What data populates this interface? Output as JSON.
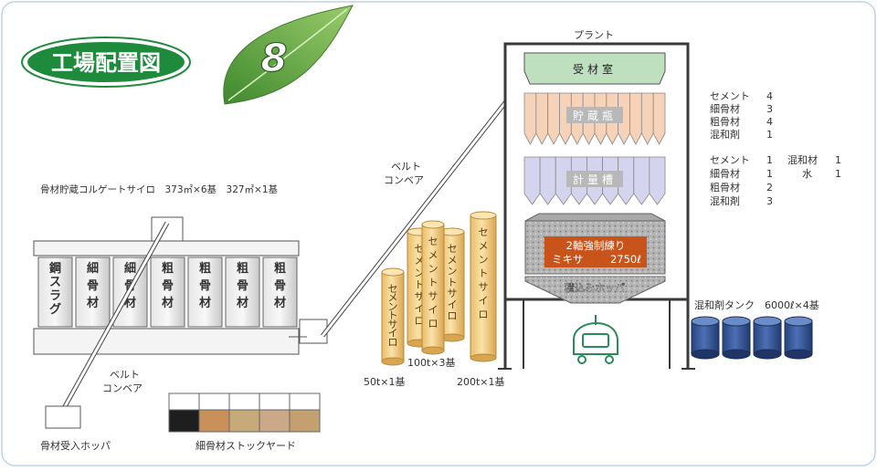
{
  "header": {
    "title": "工場配置図",
    "page_number": "8"
  },
  "colors": {
    "title_badge": "#1e8a3c",
    "leaf": "#5aa042",
    "plant_frame": "#3a3a3a",
    "silo_fill": "#f1cf8a",
    "silo_stroke": "#b8893a",
    "receiving_room": "#bfe0bf",
    "storage_bin": "#f6d2b8",
    "weighing_tank": "#d4d4ee",
    "mixer_body": "#b8b8b8",
    "mixer_label": "#c8541c",
    "admixture_tank": "#2f4f8f",
    "truck": "#2a8a5a"
  },
  "aggregate_silo": {
    "label": "骨材貯蔵コルゲートサイロ　373㎡×6基　327㎡×1基",
    "compartments": [
      "鋼スラグ",
      "細骨材",
      "細骨材",
      "粗骨材",
      "粗骨材",
      "粗骨材",
      "粗骨材"
    ]
  },
  "conveyors": {
    "lower_label_1": "ベルト",
    "lower_label_2": "コンベア",
    "upper_label_1": "ベルト",
    "upper_label_2": "コンベア"
  },
  "receiving_hopper": {
    "label": "骨材受入ホッパ"
  },
  "stockyard": {
    "label": "細骨材ストックヤード",
    "swatches": [
      "#1e1e1e",
      "#c9905a",
      "#c7aa7a",
      "#cba888",
      "#c4a070"
    ]
  },
  "cement_silos": {
    "silo_text": "セメントサイロ",
    "capacity_50": "50t×1基",
    "capacity_100": "100t×3基",
    "capacity_200": "200t×1基"
  },
  "plant": {
    "title": "プラント",
    "receiving_room": "受材室",
    "storage_bin": "貯蔵瓶",
    "weighing_tank": "計量槽",
    "mixer_line1": "2軸強制練り",
    "mixer_line2_left": "ミキサ",
    "mixer_line2_right": "2750ℓ",
    "loading_hopper": "積込みホッパ"
  },
  "storage_bin_counts": [
    {
      "name": "セメント",
      "count": "4"
    },
    {
      "name": "細骨材",
      "count": "3"
    },
    {
      "name": "粗骨材",
      "count": "4"
    },
    {
      "name": "混和剤",
      "count": "1"
    }
  ],
  "weighing_counts": [
    {
      "name": "セメント",
      "count": "1"
    },
    {
      "name": "細骨材",
      "count": "1"
    },
    {
      "name": "粗骨材",
      "count": "2"
    },
    {
      "name": "混和剤",
      "count": "3"
    }
  ],
  "weighing_counts_extra": [
    {
      "name": "混和材",
      "count": "1"
    },
    {
      "name": "水",
      "count": "1"
    }
  ],
  "admixture_tanks": {
    "label": "混和剤タンク　6000ℓ×4基"
  }
}
